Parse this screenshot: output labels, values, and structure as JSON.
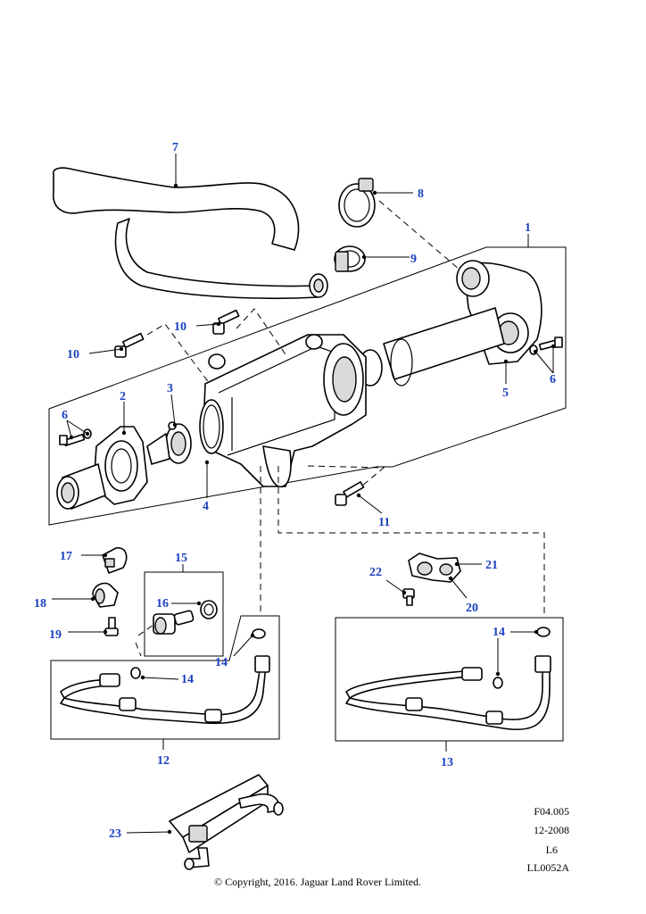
{
  "callouts": {
    "c1": "1",
    "c2": "2",
    "c3": "3",
    "c4": "4",
    "c5": "5",
    "c6a": "6",
    "c6b": "6",
    "c7": "7",
    "c8": "8",
    "c9": "9",
    "c10a": "10",
    "c10b": "10",
    "c11": "11",
    "c12": "12",
    "c13": "13",
    "c14a": "14",
    "c14b": "14",
    "c14c": "14",
    "c15": "15",
    "c16": "16",
    "c17": "17",
    "c18": "18",
    "c19": "19",
    "c20": "20",
    "c21": "21",
    "c22": "22",
    "c23": "23"
  },
  "footer": {
    "figure_code": "F04.005",
    "date": "12-2008",
    "level": "L6",
    "illustration_id": "LL0052A",
    "copyright": "© Copyright, 2016. Jaguar Land Rover Limited."
  },
  "colors": {
    "callout": "#1a3fbf",
    "line": "#000000"
  }
}
